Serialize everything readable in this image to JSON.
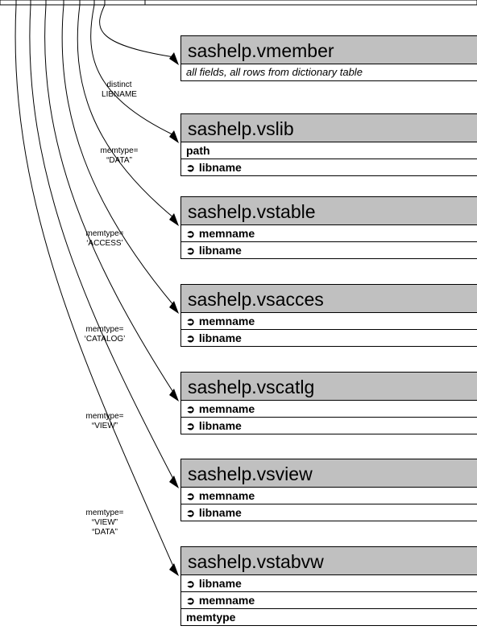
{
  "source": {
    "fields": [
      "",
      "",
      "",
      "",
      "",
      ""
    ]
  },
  "tables": [
    {
      "name": "sashelp.vmember",
      "rows": [
        {
          "text": "all fields, all rows  from dictionary table",
          "style": "note"
        }
      ]
    },
    {
      "name": "sashelp.vslib",
      "rows": [
        {
          "text": "path",
          "key": false
        },
        {
          "text": "libname",
          "key": true
        }
      ]
    },
    {
      "name": "sashelp.vstable",
      "rows": [
        {
          "text": "memname",
          "key": true
        },
        {
          "text": "libname",
          "key": true
        }
      ]
    },
    {
      "name": "sashelp.vsacces",
      "rows": [
        {
          "text": "memname",
          "key": true
        },
        {
          "text": "libname",
          "key": true
        }
      ]
    },
    {
      "name": "sashelp.vscatlg",
      "rows": [
        {
          "text": "memname",
          "key": true
        },
        {
          "text": "libname",
          "key": true
        }
      ]
    },
    {
      "name": "sashelp.vsview",
      "rows": [
        {
          "text": "memname",
          "key": true
        },
        {
          "text": "libname",
          "key": true
        }
      ]
    },
    {
      "name": "sashelp.vstabvw",
      "rows": [
        {
          "text": "libname",
          "key": true
        },
        {
          "text": "memname",
          "key": true
        },
        {
          "text": "memtype",
          "key": false
        }
      ]
    }
  ],
  "conditions": [
    {
      "lines": [
        "distinct",
        "LIBNAME"
      ]
    },
    {
      "lines": [
        "memtype=",
        "“DATA”"
      ]
    },
    {
      "lines": [
        "memtype=",
        "‘ACCESS’"
      ]
    },
    {
      "lines": [
        "memtype=",
        "‘CATALOG’"
      ]
    },
    {
      "lines": [
        "memtype=",
        "“VIEW”"
      ]
    },
    {
      "lines": [
        "memtype=",
        "“VIEW”",
        "“DATA”"
      ]
    }
  ],
  "key_glyph": "➲",
  "colors": {
    "header_fill": "#c0c0c0",
    "line": "#000000"
  }
}
